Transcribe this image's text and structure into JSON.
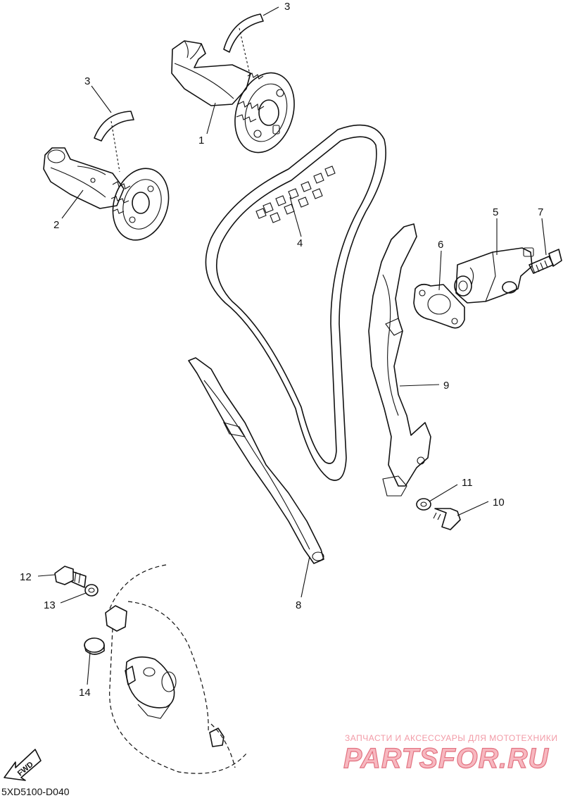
{
  "diagram": {
    "reference_code": "5XD5100-D040",
    "fwd_label": "FWD",
    "callouts": [
      {
        "id": "1",
        "label": "1"
      },
      {
        "id": "2",
        "label": "2"
      },
      {
        "id": "3a",
        "label": "3"
      },
      {
        "id": "3b",
        "label": "3"
      },
      {
        "id": "4",
        "label": "4"
      },
      {
        "id": "5",
        "label": "5"
      },
      {
        "id": "6",
        "label": "6"
      },
      {
        "id": "7",
        "label": "7"
      },
      {
        "id": "8",
        "label": "8"
      },
      {
        "id": "9",
        "label": "9"
      },
      {
        "id": "10",
        "label": "10"
      },
      {
        "id": "11",
        "label": "11"
      },
      {
        "id": "12",
        "label": "12"
      },
      {
        "id": "13",
        "label": "13"
      },
      {
        "id": "14",
        "label": "14"
      }
    ]
  },
  "watermark": {
    "tagline": "ЗАПЧАСТИ И АКСЕССУАРЫ ДЛЯ МОТОТЕХНИКИ",
    "logo_text": "PARTSFOR.RU",
    "color": "#f29aa6"
  }
}
